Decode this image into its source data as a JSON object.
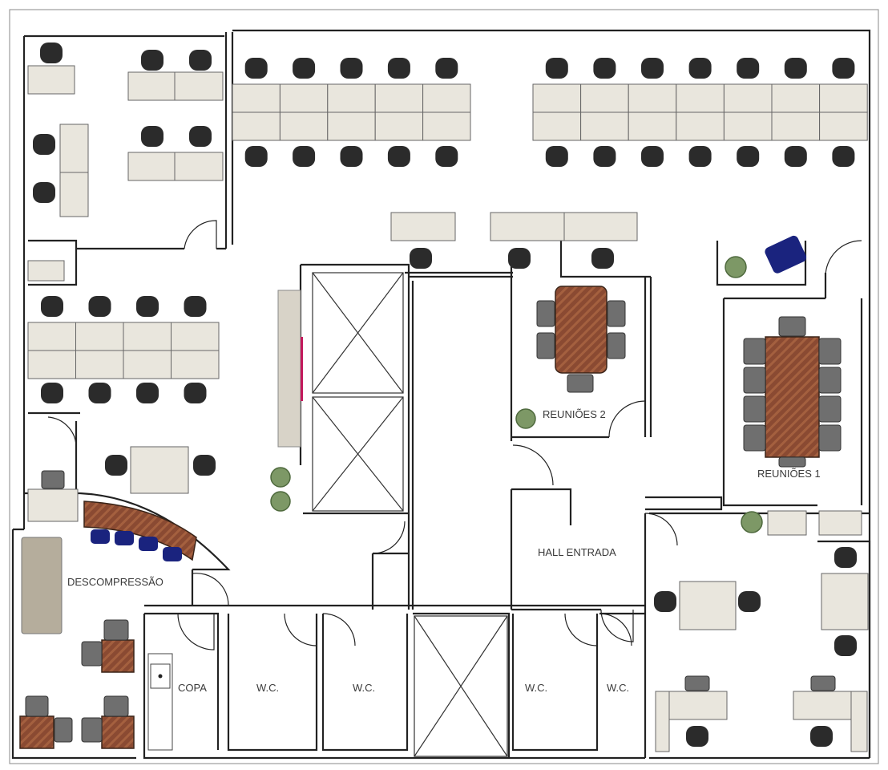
{
  "plan": {
    "rooms": {
      "meeting_2": "REUNIÕES 2",
      "meeting_1": "REUNIÕES 1",
      "entrance_hall": "HALL ENTRADA",
      "relaxation": "DESCOMPRESSÃO",
      "pantry": "COPA",
      "wc_1": "W.C.",
      "wc_2": "W.C.",
      "wc_3": "W.C.",
      "wc_4": "W.C."
    },
    "colors": {
      "wall": "#222222",
      "desk": "#e9e6dd",
      "chair": "#2b2b2b",
      "wood_table": "#8a4a32",
      "plant": "#7d9866",
      "sofa_stool": "#1a237e"
    }
  }
}
